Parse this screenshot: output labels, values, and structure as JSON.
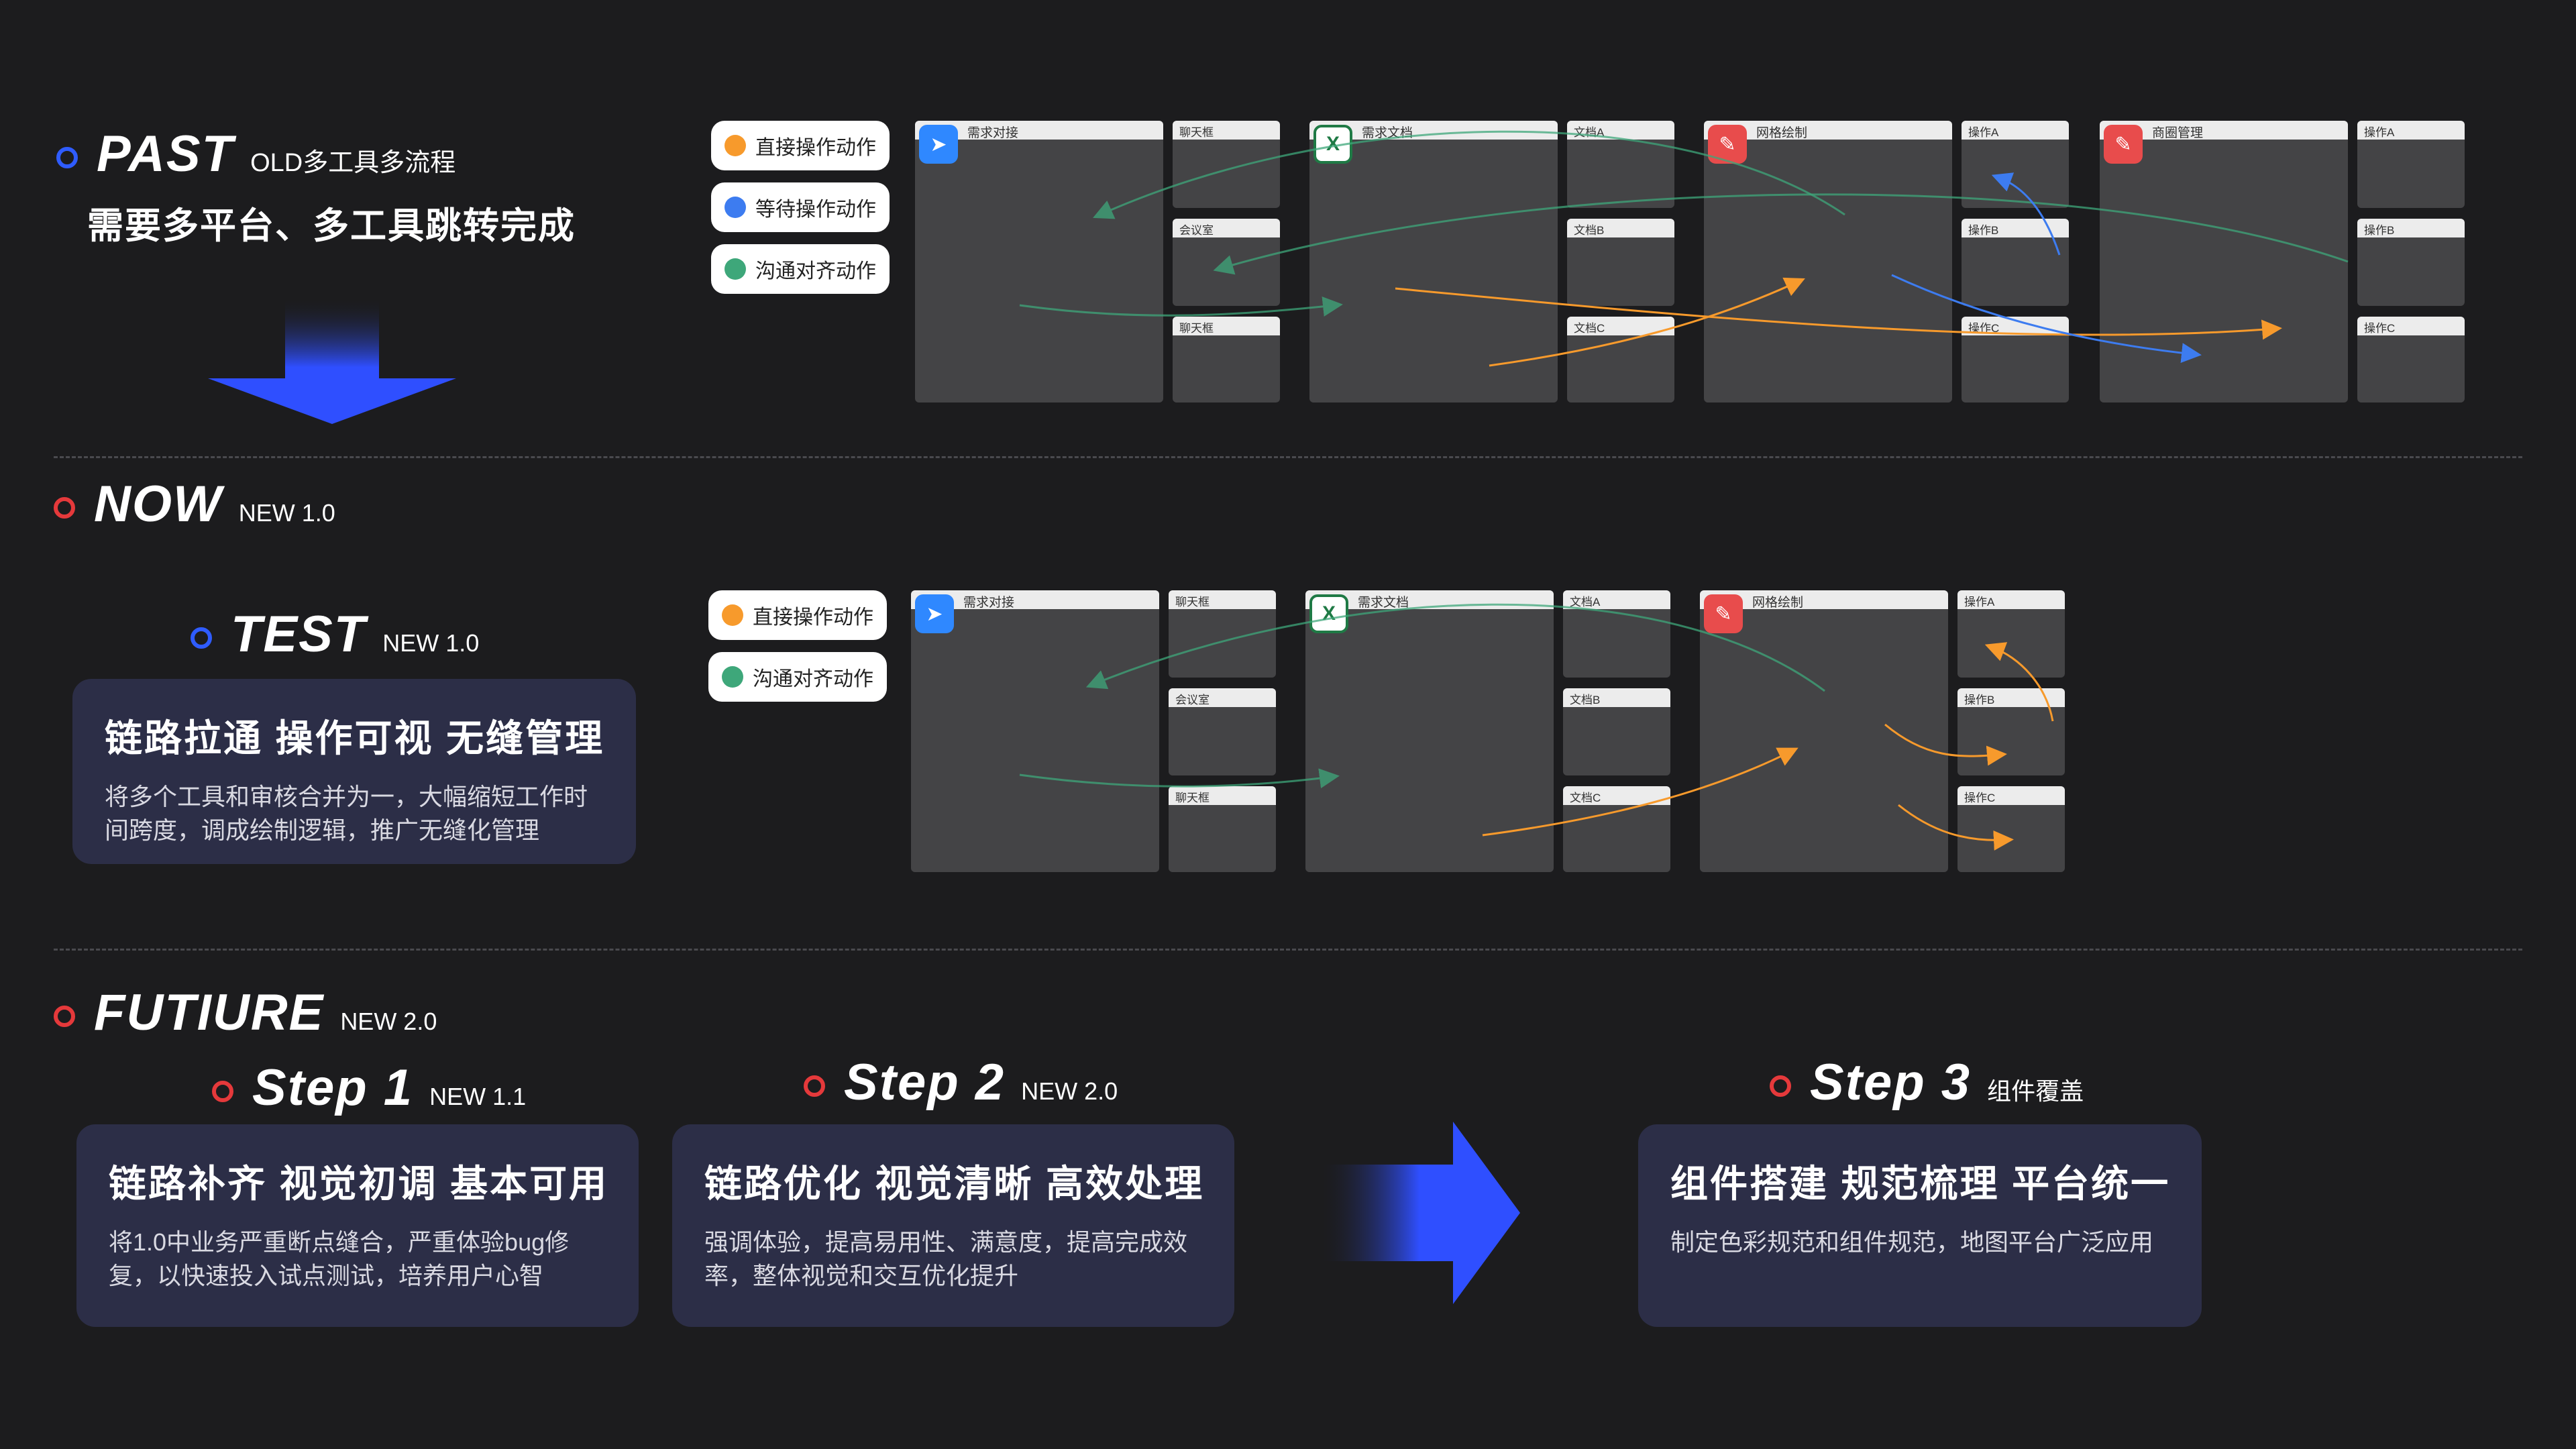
{
  "past": {
    "title": "PAST",
    "sub": "OLD多工具多流程",
    "desc": "需要多平台、多工具跳转完成"
  },
  "now": {
    "title": "NOW",
    "sub": "NEW 1.0"
  },
  "test": {
    "title": "TEST",
    "sub": "NEW 1.0",
    "card_title": "链路拉通  操作可视  无缝管理",
    "card_desc": "将多个工具和审核合并为一，大幅缩短工作时间跨度，调成绘制逻辑，推广无缝化管理"
  },
  "future": {
    "title": "FUTIURE",
    "sub": "NEW 2.0"
  },
  "steps": [
    {
      "title": "Step 1",
      "sub": "NEW 1.1",
      "card_title": "链路补齐  视觉初调  基本可用",
      "card_desc": "将1.0中业务严重断点缝合，严重体验bug修复，以快速投入试点测试，培养用户心智"
    },
    {
      "title": "Step 2",
      "sub": "NEW 2.0",
      "card_title": "链路优化 视觉清晰 高效处理",
      "card_desc": "强调体验，提高易用性、满意度，提高完成效率，整体视觉和交互优化提升"
    },
    {
      "title": "Step 3",
      "sub": "组件覆盖",
      "card_title": "组件搭建 规范梳理 平台统一",
      "card_desc": "制定色彩规范和组件规范，地图平台广泛应用"
    }
  ],
  "legend": {
    "direct": "直接操作动作",
    "wait": "等待操作动作",
    "align": "沟通对齐动作"
  },
  "colors": {
    "direct": "#f79a2c",
    "wait": "#3d7cf0",
    "align": "#3ea77a",
    "ring_blue": "#2f5cff",
    "ring_red": "#e5393b",
    "card_bg": "#2c2e47"
  },
  "windows": {
    "demand_connect": "需求对接",
    "demand_doc": "需求文档",
    "grid_draw": "网格绘制",
    "layer_mgmt": "商圈管理",
    "chat_box": "聊天框",
    "meeting_room": "会议室",
    "doc_a": "文档A",
    "doc_b": "文档B",
    "doc_c": "文档C",
    "op_a": "操作A",
    "op_b": "操作B",
    "op_c": "操作C"
  },
  "icons": {
    "app1": "dingtalk-icon",
    "app2": "excel-icon",
    "app3": "draw-tool-icon",
    "app4": "draw-tool-icon"
  }
}
